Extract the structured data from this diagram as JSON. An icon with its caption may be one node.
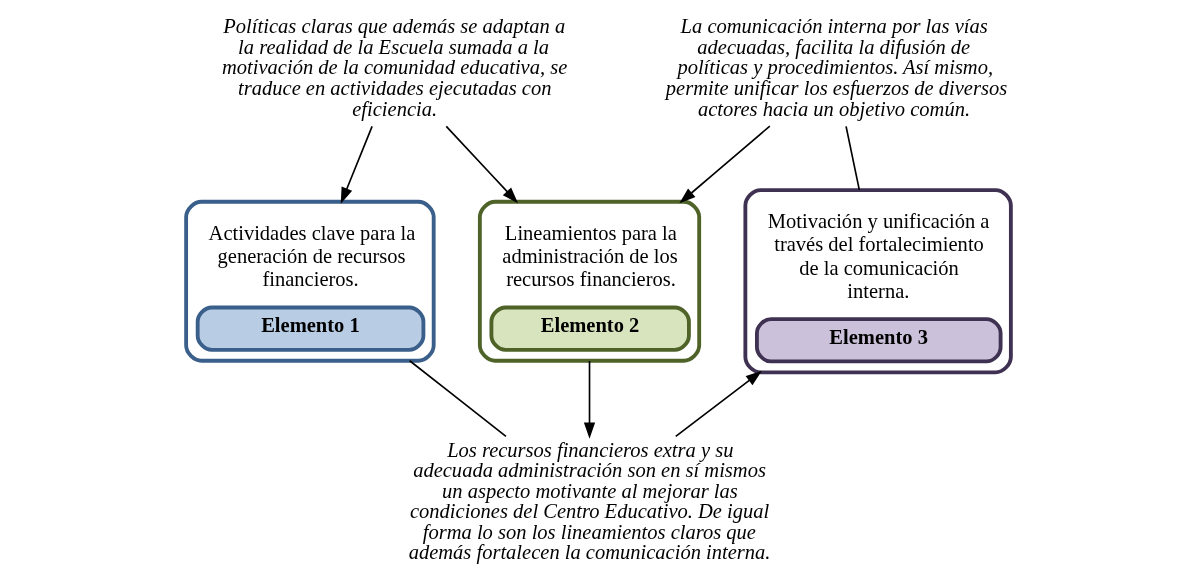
{
  "diagram": {
    "nodes": [
      {
        "text": [
          "Políticas claras que además se adaptan a la realidad de la Escuela sumada a la motivación de la comunidad educativa, se traduce en actividades ejecutadas con eficiencia."
        ]
      },
      {
        "text": [
          "La comunicación interna por las vías adecuadas, facilita la difusión de políticas y procedimientos. Así mismo, permite unificar los esfuerzos de diversos actores hacia un objetivo común."
        ]
      },
      {
        "text": [
          "Actividades clave para la generación de recursos financieros.",
          "Elemento 1"
        ]
      },
      {
        "text": [
          "Lineamientos para la administración de los recursos financieros.",
          "Elemento 2"
        ]
      },
      {
        "text": [
          "Motivación y unificación a través del fortalecimiento de la comunicación interna.",
          "Elemento 3"
        ]
      },
      {
        "text": [
          "Los recursos financieros extra y su adecuada administración son en sí mismos un aspecto motivante al mejorar las condiciones del Centro Educativo. De igual forma lo son los lineamientos claros que además fortalecen la comunicación interna."
        ]
      }
    ],
    "edges": [
      {
        "from": 0,
        "to": 2,
        "arrow": "to"
      },
      {
        "from": 0,
        "to": 3,
        "arrow": "to"
      },
      {
        "from": 1,
        "to": 3,
        "arrow": "to"
      },
      {
        "from": 1,
        "to": 4,
        "arrow": "none"
      },
      {
        "from": 2,
        "to": 5,
        "arrow": "none"
      },
      {
        "from": 3,
        "to": 5,
        "arrow": "to"
      },
      {
        "from": 5,
        "to": 4,
        "arrow": "to"
      }
    ]
  }
}
